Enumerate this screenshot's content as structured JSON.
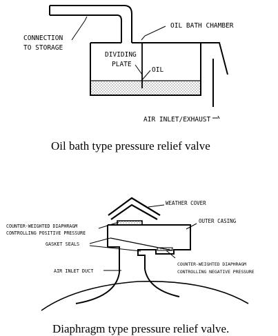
{
  "figure1": {
    "labels": {
      "connection_line1": "CONNECTION",
      "connection_line2": "TO STORAGE",
      "oil_bath_chamber": "OIL BATH CHAMBER",
      "dividing_line1": "DIVIDING",
      "dividing_line2": "PLATE",
      "oil": "OIL",
      "air_inlet_exhaust": "AIR INLET/EXHAUST"
    },
    "caption": "Oil bath type pressure relief valve"
  },
  "figure2": {
    "labels": {
      "weather_cover": "WEATHER COVER",
      "outer_casing": "OUTER CASING",
      "cw_positive_line1": "COUNTER-WEIGHTED DIAPHRAGM",
      "cw_positive_line2": "CONTROLLING POSITIVE PRESSURE",
      "gasket_seals": "GASKET SEALS",
      "air_inlet_duct": "AIR INLET DUCT",
      "cw_negative_line1": "COUNTER-WEIGHTED DIAPHRAGM",
      "cw_negative_line2": "CONTROLLING NEGATIVE PRESSURE"
    },
    "caption": "Diaphragm type pressure relief valve."
  },
  "colors": {
    "ink": "#000000",
    "background": "#ffffff"
  }
}
